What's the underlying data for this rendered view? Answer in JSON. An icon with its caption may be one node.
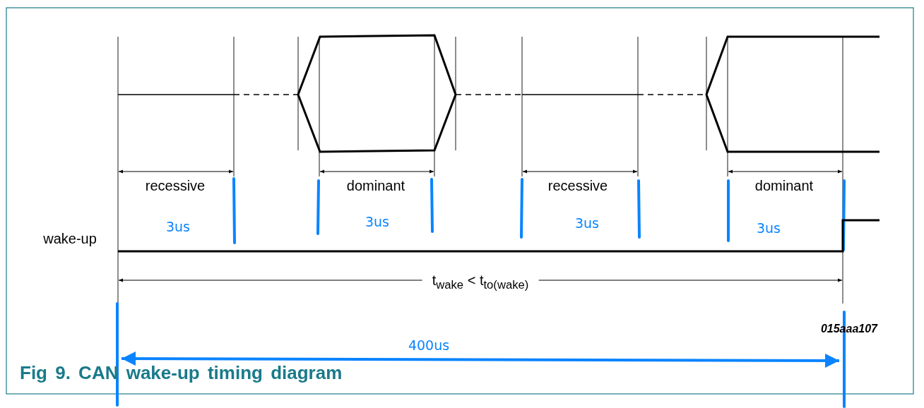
{
  "diagram": {
    "caption": "Fig 9. CAN wake-up timing diagram",
    "labels": [
      "recessive",
      "dominant",
      "recessive",
      "dominant",
      "3us",
      "3us",
      "3us",
      "3us",
      "wake-up",
      "t$_{wake}$ < t$_{to(wake)}$",
      "015aaa107",
      "400us"
    ]
  }
}
